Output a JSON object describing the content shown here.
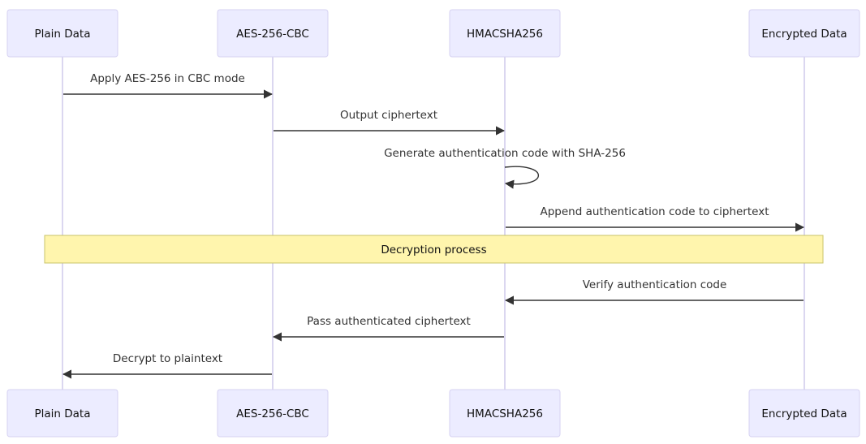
{
  "participants": [
    {
      "id": "plain",
      "label": "Plain Data"
    },
    {
      "id": "aes",
      "label": "AES-256-CBC"
    },
    {
      "id": "hmac",
      "label": "HMACSHA256"
    },
    {
      "id": "enc",
      "label": "Encrypted Data"
    }
  ],
  "messages": [
    {
      "from": "plain",
      "to": "aes",
      "text": "Apply AES-256 in CBC mode"
    },
    {
      "from": "aes",
      "to": "hmac",
      "text": "Output ciphertext"
    },
    {
      "from": "hmac",
      "to": "hmac",
      "text": "Generate authentication code with SHA-256"
    },
    {
      "from": "hmac",
      "to": "enc",
      "text": "Append authentication code to ciphertext"
    },
    {
      "from": "enc",
      "to": "hmac",
      "text": "Verify authentication code"
    },
    {
      "from": "hmac",
      "to": "aes",
      "text": "Pass authenticated ciphertext"
    },
    {
      "from": "aes",
      "to": "plain",
      "text": "Decrypt to plaintext"
    }
  ],
  "note": {
    "text": "Decryption process",
    "after_message": 3
  },
  "colors": {
    "actor_fill": "#ECECFF",
    "lifeline": "#cfcaec",
    "note_fill": "#FFF5AD",
    "message": "#333333"
  }
}
